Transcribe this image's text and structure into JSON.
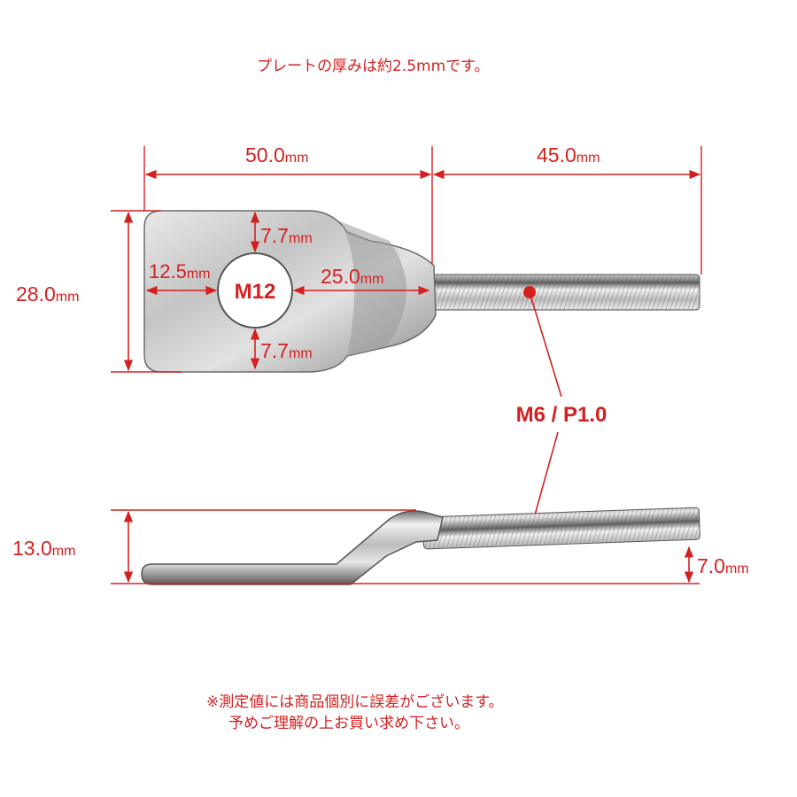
{
  "top_note": "プレートの厚みは約2.5mmです。",
  "dimensions": {
    "plate_width": {
      "value": "50.0",
      "unit": "mm"
    },
    "bolt_length": {
      "value": "45.0",
      "unit": "mm"
    },
    "plate_height": {
      "value": "28.0",
      "unit": "mm"
    },
    "hole_to_top": {
      "value": "7.7",
      "unit": "mm"
    },
    "hole_to_bottom": {
      "value": "7.7",
      "unit": "mm"
    },
    "hole_to_left": {
      "value": "12.5",
      "unit": "mm"
    },
    "hole_to_bend": {
      "value": "25.0",
      "unit": "mm"
    },
    "total_offset": {
      "value": "13.0",
      "unit": "mm"
    },
    "bolt_offset": {
      "value": "7.0",
      "unit": "mm"
    }
  },
  "hole_label": "M12",
  "thread_label": "M6 / P1.0",
  "footer_note": {
    "line1": "※測定値には商品個別に誤差がございます。",
    "line2": "予めご理解の上お買い求め下さい。"
  },
  "colors": {
    "accent": "#d42020",
    "metal": "#a0a0a0"
  }
}
